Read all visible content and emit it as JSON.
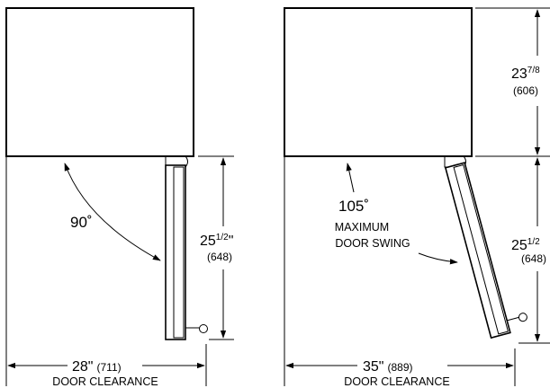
{
  "left_diagram": {
    "angle": "90˚",
    "door_depth_whole": "25",
    "door_depth_frac": "1/2",
    "door_depth_unit": "\"",
    "door_depth_mm": "(648)",
    "clearance_inches": "28\"",
    "clearance_mm": "(711)",
    "clearance_label": "DOOR CLEARANCE"
  },
  "right_diagram": {
    "angle": "105˚",
    "swing_line1": "MAXIMUM",
    "swing_line2": "DOOR SWING",
    "height_whole": "23",
    "height_frac": "7/8",
    "height_mm": "(606)",
    "door_depth_whole": "25",
    "door_depth_frac": "1/2",
    "door_depth_mm": "(648)",
    "clearance_inches": "35\"",
    "clearance_mm": "(889)",
    "clearance_label": "DOOR CLEARANCE"
  }
}
